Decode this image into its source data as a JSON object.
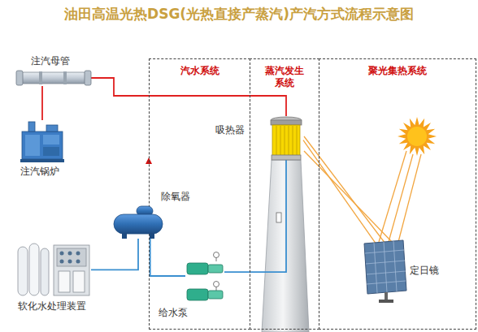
{
  "diagram": {
    "title": "油田高温光热DSG(光热直接产蒸汽)产汽方式流程示意图",
    "nodes": [
      {
        "text": [
          "注汽母管"
        ]
      },
      {
        "text": [
          "注汽锅炉"
        ]
      },
      {
        "text": [
          "汽水系统"
        ]
      },
      {
        "text": [
          "蒸汽发生系统"
        ]
      },
      {
        "text": [
          "聚光集热系统"
        ]
      },
      {
        "text": [
          "吸热器"
        ],
        "in": 3
      },
      {
        "text": [
          "除氧器"
        ]
      },
      {
        "text": [
          "给水泵"
        ],
        "in": 2
      },
      {
        "text": [
          "定日镜"
        ],
        "in": 4
      },
      {
        "text": [
          "软化水处理装置"
        ]
      }
    ],
    "edges": [
      {
        "from": 0,
        "to": 1,
        "arrow": "none"
      },
      {
        "from": 5,
        "to": 0,
        "arrow": "none"
      },
      {
        "from": 9,
        "to": 6,
        "arrow": "none"
      },
      {
        "from": 6,
        "to": 7,
        "arrow": "none"
      },
      {
        "from": 7,
        "to": 5,
        "arrow": "none"
      },
      {
        "from": 8,
        "to": 5,
        "arrow": "none"
      }
    ]
  }
}
